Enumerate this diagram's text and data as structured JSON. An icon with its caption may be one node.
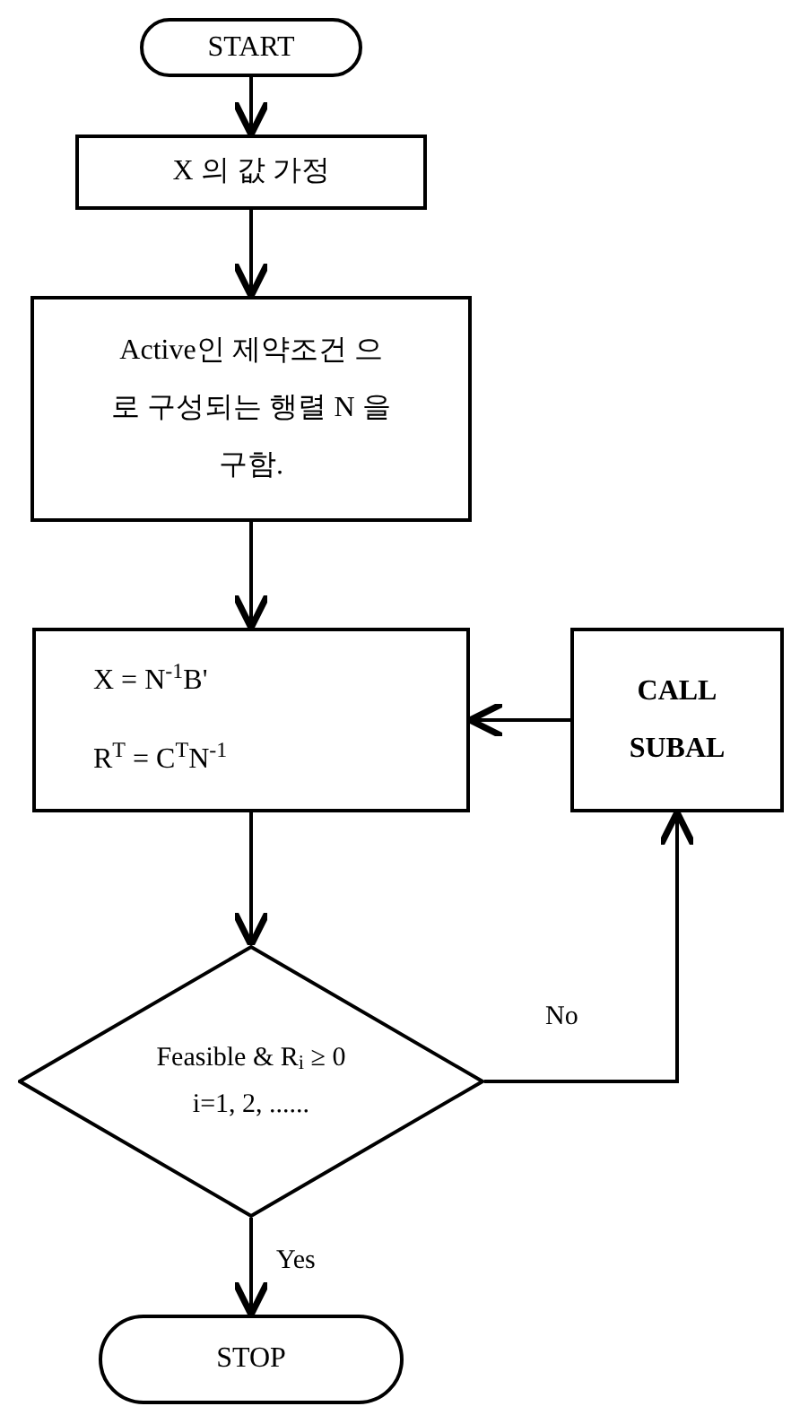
{
  "diagram": {
    "nodes": [
      {
        "text": [
          "START"
        ]
      },
      {
        "text": [
          "X 의 값 가정"
        ]
      },
      {
        "text": [
          "Active인 제약조건 으로 구성되는 행렬 N 을 구함."
        ]
      },
      {
        "text": [
          "X = N$^{-1}$B'",
          "R$^{T}$ = C$^{T}$N$^{-1}$"
        ]
      },
      {
        "text": [
          "CALL SUBAL"
        ]
      },
      {
        "text": [
          "Feasible & R$_{i}$ ≥ 0",
          "i=1, 2, ......"
        ]
      },
      {
        "text": [
          "STOP"
        ]
      }
    ],
    "edges": [
      {
        "from": 0,
        "to": 1,
        "arrow": "to"
      },
      {
        "from": 1,
        "to": 2,
        "arrow": "to"
      },
      {
        "from": 2,
        "to": 3,
        "arrow": "to"
      },
      {
        "from": 3,
        "to": 5,
        "arrow": "to"
      },
      {
        "from": 5,
        "to": 6,
        "arrow": "to",
        "label": "Yes"
      },
      {
        "from": 5,
        "to": 4,
        "arrow": "to",
        "label": "No"
      },
      {
        "from": 4,
        "to": 3,
        "arrow": "to"
      }
    ]
  }
}
